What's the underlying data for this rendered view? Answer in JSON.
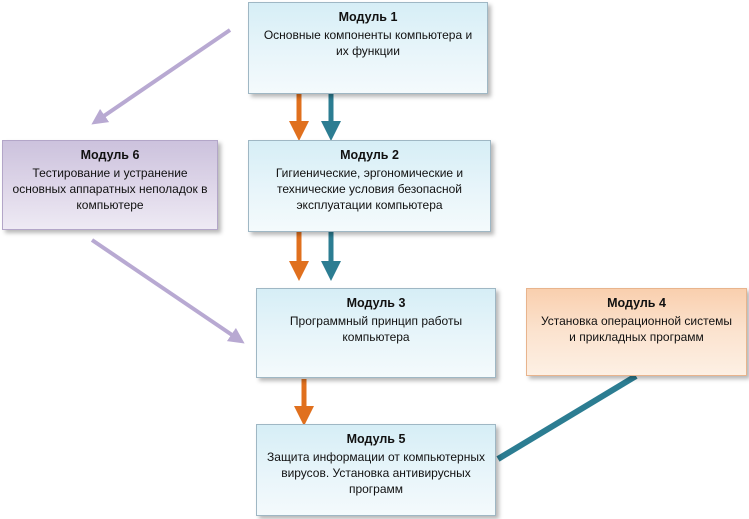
{
  "colors": {
    "orange_arrow": "#e0701e",
    "teal_arrow": "#2c7d92",
    "purple_arrow": "#b8a9d2",
    "blue_box": "#e3f3f8",
    "purple_box": "#d8cfe6",
    "orange_box": "#fbe0c9"
  },
  "modules": {
    "m1": {
      "title": "Модуль 1",
      "desc": "Основные компоненты компьютера и\nих функции"
    },
    "m2": {
      "title": "Модуль 2",
      "desc": "Гигиенические, эргономические и\nтехнические условия безопасной\nэксплуатации компьютера"
    },
    "m3": {
      "title": "Модуль 3",
      "desc": "Программный принцип работы\nкомпьютера"
    },
    "m4": {
      "title": "Модуль 4",
      "desc": "Установка операционной системы\nи прикладных программ"
    },
    "m5": {
      "title": "Модуль 5",
      "desc": "Защита информации от компьютерных\nвирусов. Установка антивирусных\nпрограмм"
    },
    "m6": {
      "title": "Модуль 6",
      "desc": "Тестирование  и устранение\nосновных аппаратных неполадок в\nкомпьютере"
    }
  },
  "connections": [
    {
      "from": "m1",
      "to": "m2",
      "color": "orange"
    },
    {
      "from": "m1",
      "to": "m2",
      "color": "teal"
    },
    {
      "from": "m2",
      "to": "m3",
      "color": "orange"
    },
    {
      "from": "m2",
      "to": "m3",
      "color": "teal"
    },
    {
      "from": "m3",
      "to": "m5",
      "color": "orange"
    },
    {
      "from": "m4",
      "to": "m5",
      "color": "teal"
    },
    {
      "from": "m1",
      "to": "m6",
      "color": "purple"
    },
    {
      "from": "m6",
      "to": "m3",
      "color": "purple"
    }
  ]
}
